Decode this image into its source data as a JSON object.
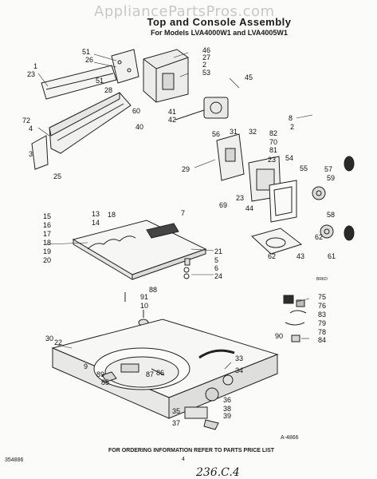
{
  "watermark": "AppliancePartsPros.com",
  "title": "Top and Console Assembly",
  "subtitle": "For Models LVA4000W1 and LVA4005W1",
  "footer": "FOR ORDERING INFORMATION REFER TO PARTS PRICE LIST",
  "page_number": "4",
  "doc_id": "354886",
  "figure_ref": "A-4866",
  "handwritten_note": "236.C.4",
  "small_note": "BRKD",
  "callouts": [
    {
      "id": "c51a",
      "label": "51"
    },
    {
      "id": "c26",
      "label": "26"
    },
    {
      "id": "c46",
      "label": "46"
    },
    {
      "id": "c27",
      "label": "27"
    },
    {
      "id": "c2a",
      "label": "2"
    },
    {
      "id": "c53",
      "label": "53"
    },
    {
      "id": "c45",
      "label": "45"
    },
    {
      "id": "c1",
      "label": "1"
    },
    {
      "id": "c23a",
      "label": "23"
    },
    {
      "id": "c51b",
      "label": "51"
    },
    {
      "id": "c28",
      "label": "28"
    },
    {
      "id": "c60",
      "label": "60"
    },
    {
      "id": "c41",
      "label": "41"
    },
    {
      "id": "c42",
      "label": "42"
    },
    {
      "id": "c40",
      "label": "40"
    },
    {
      "id": "c56",
      "label": "56"
    },
    {
      "id": "c72",
      "label": "72"
    },
    {
      "id": "c4",
      "label": "4"
    },
    {
      "id": "c3",
      "label": "3"
    },
    {
      "id": "c25",
      "label": "25"
    },
    {
      "id": "c8",
      "label": "8"
    },
    {
      "id": "c2b",
      "label": "2"
    },
    {
      "id": "c31",
      "label": "31"
    },
    {
      "id": "c32",
      "label": "32"
    },
    {
      "id": "c82",
      "label": "82"
    },
    {
      "id": "c70",
      "label": "70"
    },
    {
      "id": "c81",
      "label": "81"
    },
    {
      "id": "c54",
      "label": "54"
    },
    {
      "id": "c29",
      "label": "29"
    },
    {
      "id": "c23b",
      "label": "23"
    },
    {
      "id": "c55",
      "label": "55"
    },
    {
      "id": "c57",
      "label": "57"
    },
    {
      "id": "c59",
      "label": "59"
    },
    {
      "id": "c69",
      "label": "69"
    },
    {
      "id": "c23c",
      "label": "23"
    },
    {
      "id": "c44",
      "label": "44"
    },
    {
      "id": "c58",
      "label": "58"
    },
    {
      "id": "c62a",
      "label": "62"
    },
    {
      "id": "c62b",
      "label": "62"
    },
    {
      "id": "c43",
      "label": "43"
    },
    {
      "id": "c61",
      "label": "61"
    },
    {
      "id": "c15",
      "label": "15"
    },
    {
      "id": "c13",
      "label": "13"
    },
    {
      "id": "c18a",
      "label": "18"
    },
    {
      "id": "c7",
      "label": "7"
    },
    {
      "id": "c14",
      "label": "14"
    },
    {
      "id": "c16",
      "label": "16"
    },
    {
      "id": "c17",
      "label": "17"
    },
    {
      "id": "c18b",
      "label": "18"
    },
    {
      "id": "c19",
      "label": "19"
    },
    {
      "id": "c20",
      "label": "20"
    },
    {
      "id": "c21",
      "label": "21"
    },
    {
      "id": "c5",
      "label": "5"
    },
    {
      "id": "c6",
      "label": "6"
    },
    {
      "id": "c24",
      "label": "24"
    },
    {
      "id": "c88",
      "label": "88"
    },
    {
      "id": "c91",
      "label": "91"
    },
    {
      "id": "c10",
      "label": "10"
    },
    {
      "id": "c75",
      "label": "75"
    },
    {
      "id": "c76",
      "label": "76"
    },
    {
      "id": "c83",
      "label": "83"
    },
    {
      "id": "c79",
      "label": "79"
    },
    {
      "id": "c78",
      "label": "78"
    },
    {
      "id": "c84",
      "label": "84"
    },
    {
      "id": "c90",
      "label": "90"
    },
    {
      "id": "c30",
      "label": "30"
    },
    {
      "id": "c22",
      "label": "22"
    },
    {
      "id": "c9",
      "label": "9"
    },
    {
      "id": "c89",
      "label": "89"
    },
    {
      "id": "c87",
      "label": "87"
    },
    {
      "id": "c86",
      "label": "86"
    },
    {
      "id": "c85",
      "label": "85"
    },
    {
      "id": "c33",
      "label": "33"
    },
    {
      "id": "c34",
      "label": "34"
    },
    {
      "id": "c36",
      "label": "36"
    },
    {
      "id": "c35",
      "label": "35"
    },
    {
      "id": "c38",
      "label": "38"
    },
    {
      "id": "c39",
      "label": "39"
    },
    {
      "id": "c37",
      "label": "37"
    }
  ]
}
